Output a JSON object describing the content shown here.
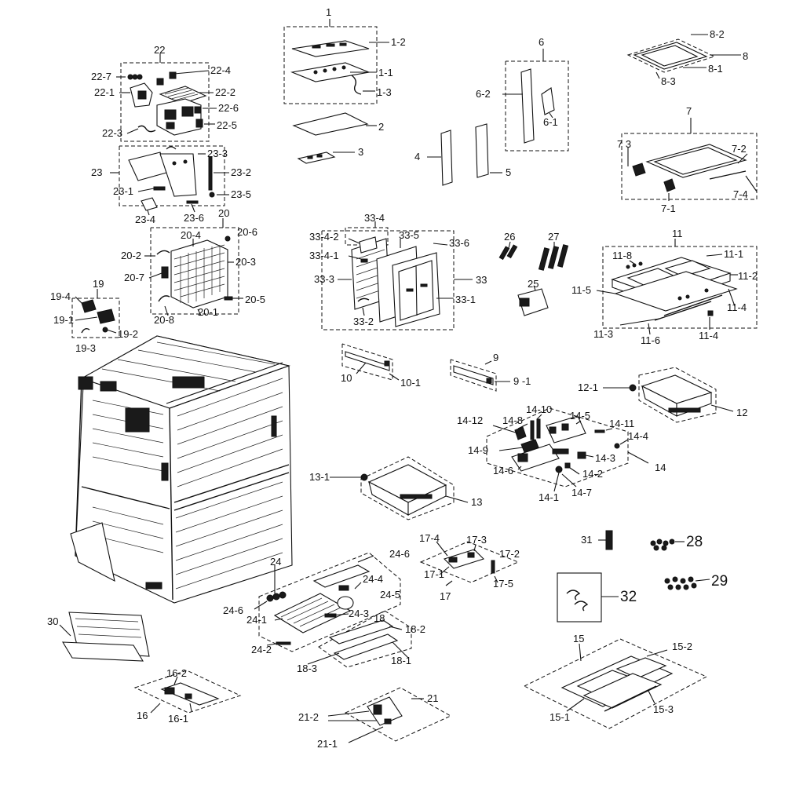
{
  "labels": {
    "l1": "1",
    "l1_2": "1-2",
    "l1_1": "1-1",
    "l1_3": "1-3",
    "l2": "2",
    "l3": "3",
    "l4": "4",
    "l5": "5",
    "l6": "6",
    "l6_2": "6-2",
    "l6_1": "6-1",
    "l7": "7",
    "l7_3": "7 3",
    "l7_2": "7-2",
    "l7_4": "7-4",
    "l7_1": "7-1",
    "l8": "8",
    "l8_2": "8-2",
    "l8_1": "8-1",
    "l8_3": "8-3",
    "l9": "9",
    "l9_1": "9 -1",
    "l10": "10",
    "l10_1": "10-1",
    "l11": "11",
    "l11_8": "11-8",
    "l11_1": "11-1",
    "l11_2": "11-2",
    "l11_5": "11-5",
    "l11_4a": "11-4",
    "l11_4b": "11-4",
    "l11_3": "11-3",
    "l11_6": "11-6",
    "l12": "12",
    "l12_1": "12-1",
    "l13": "13",
    "l13_1": "13-1",
    "l14": "14",
    "l14_12": "14-12",
    "l14_8": "14-8",
    "l14_10": "14-10",
    "l14_5": "14-5",
    "l14_11": "14-11",
    "l14_4": "14-4",
    "l14_9": "14-9",
    "l14_3": "14-3",
    "l14_6": "14-6",
    "l14_2": "14-2",
    "l14_1": "14-1",
    "l14_7": "14-7",
    "l15": "15",
    "l15_2": "15-2",
    "l15_1": "15-1",
    "l15_3": "15-3",
    "l16": "16",
    "l16_2": "16-2",
    "l16_1": "16-1",
    "l17": "17",
    "l17_4": "17-4",
    "l17_3": "17-3",
    "l17_2": "17-2",
    "l17_1": "17-1",
    "l17_5": "17-5",
    "l18": "18",
    "l18_2": "18-2",
    "l18_1": "18-1",
    "l18_3": "18-3",
    "l19": "19",
    "l19_4": "19-4",
    "l19_1": "19-1",
    "l19_2": "19-2",
    "l19_3": "19-3",
    "l20": "20",
    "l20_4": "20-4",
    "l20_6": "20-6",
    "l20_2": "20-2",
    "l20_3": "20-3",
    "l20_7": "20-7",
    "l20_5": "20-5",
    "l20_8": "20-8",
    "l20_1": "20-1",
    "l21": "21",
    "l21_2": "21-2",
    "l21_1": "21-1",
    "l22": "22",
    "l22_7": "22-7",
    "l22_4": "22-4",
    "l22_1": "22-1",
    "l22_2": "22-2",
    "l22_6": "22-6",
    "l22_3": "22-3",
    "l22_5": "22-5",
    "l23": "23",
    "l23_3": "23-3",
    "l23_2": "23-2",
    "l23_1": "23-1",
    "l23_5": "23-5",
    "l23_4": "23-4",
    "l23_6": "23-6",
    "l24": "24",
    "l24_6a": "24-6",
    "l24_6b": "24-6",
    "l24_4": "24-4",
    "l24_5": "24-5",
    "l24_3": "24-3",
    "l24_1": "24-1",
    "l24_2": "24-2",
    "l25": "25",
    "l26": "26",
    "l27": "27",
    "l28": "28",
    "l29": "29",
    "l30": "30",
    "l31": "31",
    "l32": "32",
    "l33": "33",
    "l33_4": "33-4",
    "l33_4_2": "33-4-2",
    "l33_5": "33-5",
    "l33_6": "33-6",
    "l33_4_1": "33-4-1",
    "l33_3": "33-3",
    "l33_1": "33-1",
    "l33_2": "33-2"
  }
}
